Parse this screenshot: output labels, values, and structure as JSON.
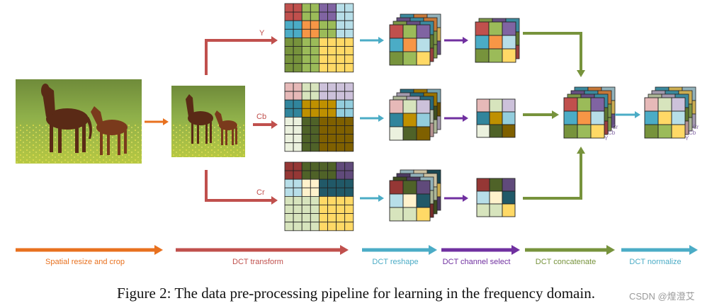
{
  "pipeline": {
    "branch_labels": [
      "Y",
      "Cb",
      "Cr"
    ],
    "stages": [
      {
        "label": "Spatial resize and crop",
        "color": "#e8711f"
      },
      {
        "label": "DCT transform",
        "color": "#c0504d"
      },
      {
        "label": "DCT reshape",
        "color": "#4bacc6"
      },
      {
        "label": "DCT channel select",
        "color": "#7030a0"
      },
      {
        "label": "DCT concatenate",
        "color": "#77933c"
      },
      {
        "label": "DCT normalize",
        "color": "#4bacc6"
      }
    ],
    "cube_axis_labels": [
      "Cr",
      "Cb",
      "Y"
    ]
  },
  "colors": {
    "y_palette": [
      "#c0504d",
      "#4bacc6",
      "#f79646",
      "#9bbb59",
      "#8064a2",
      "#b7dee8",
      "#ffd966",
      "#77933c"
    ],
    "cb_palette": [
      "#e6b9b8",
      "#d7e4bd",
      "#ccc1da",
      "#31859c",
      "#bf9000",
      "#93cddd",
      "#ebf1de",
      "#4f6228",
      "#7f6000"
    ],
    "cr_palette": [
      "#953735",
      "#4f6228",
      "#604a7b",
      "#b7dee8",
      "#fff2cc",
      "#215968",
      "#d7e4bd",
      "#ffd966"
    ]
  },
  "caption": "Figure 2: The data pre-processing pipeline for learning in the frequency domain.",
  "watermark": "CSDN @煌澄艾"
}
